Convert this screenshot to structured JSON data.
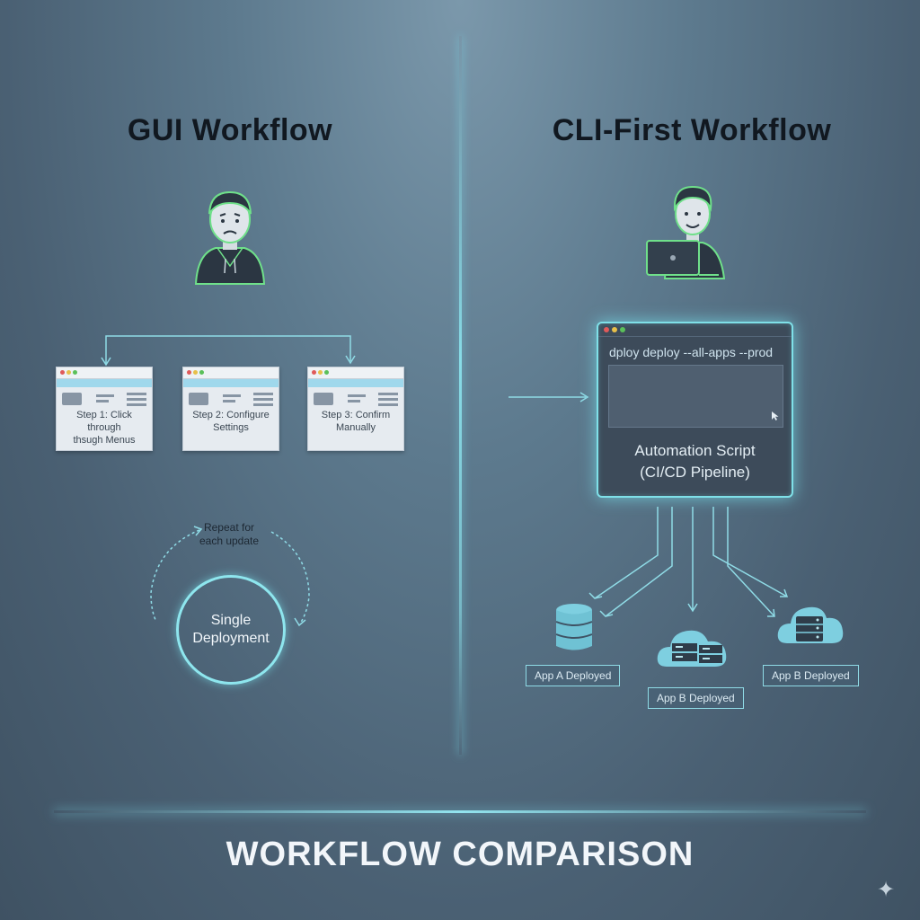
{
  "left": {
    "title": "GUI Workflow",
    "steps": [
      {
        "line1": "Step 1: Click through",
        "line2": "thsugh Menus"
      },
      {
        "line1": "Step 2: Configure",
        "line2": "Settings"
      },
      {
        "line1": "Step 3: Confirm",
        "line2": "Manually"
      }
    ],
    "repeat_line1": "Repeat for",
    "repeat_line2": "each update",
    "single_line1": "Single",
    "single_line2": "Deployment"
  },
  "right": {
    "title": "CLI-First Workflow",
    "command": "dploy deploy --all-apps --prod",
    "script_line1": "Automation Script",
    "script_line2": "(CI/CD Pipeline)",
    "apps": [
      "App A Deployed",
      "App B Deployed",
      "App B Deployed"
    ]
  },
  "footer_title": "WORKFLOW COMPARISON",
  "colors": {
    "accent": "#7fe0e8",
    "person_outline": "#6fe08a",
    "icon_fill": "#7ecfe0"
  }
}
